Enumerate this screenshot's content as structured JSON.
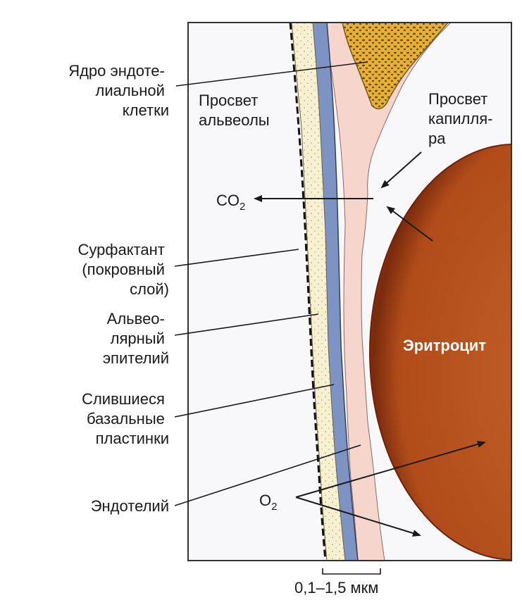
{
  "labels": {
    "endothelial_nucleus": [
      "Ядро эндоте-",
      "лиальной",
      "клетки"
    ],
    "alveolus_lumen": [
      "Просвет",
      "альвеолы"
    ],
    "capillary_lumen": [
      "Просвет",
      "капилля-",
      "ра"
    ],
    "co2": "CO",
    "co2_sub": "2",
    "surfactant": [
      "Сурфактант",
      "(покровный",
      "слой)"
    ],
    "alveolar_epithelium": [
      "Альвео-",
      "лярный",
      "эпителий"
    ],
    "basal_laminae": [
      "Слившиеся",
      "базальные",
      "пластинки"
    ],
    "endothelium": "Эндотелий",
    "o2": "O",
    "o2_sub": "2",
    "erythrocyte": "Эритроцит",
    "scale": "0,1–1,5 мкм"
  },
  "colors": {
    "frame": "#333333",
    "alveolar_space": "#f8f7f9",
    "epithelium": "#f7f1d2",
    "basal_lamina": "#7d93c4",
    "endothelium": "#f6d6cc",
    "nucleus": "#e8b33a",
    "erythrocyte": "#b8521c"
  }
}
